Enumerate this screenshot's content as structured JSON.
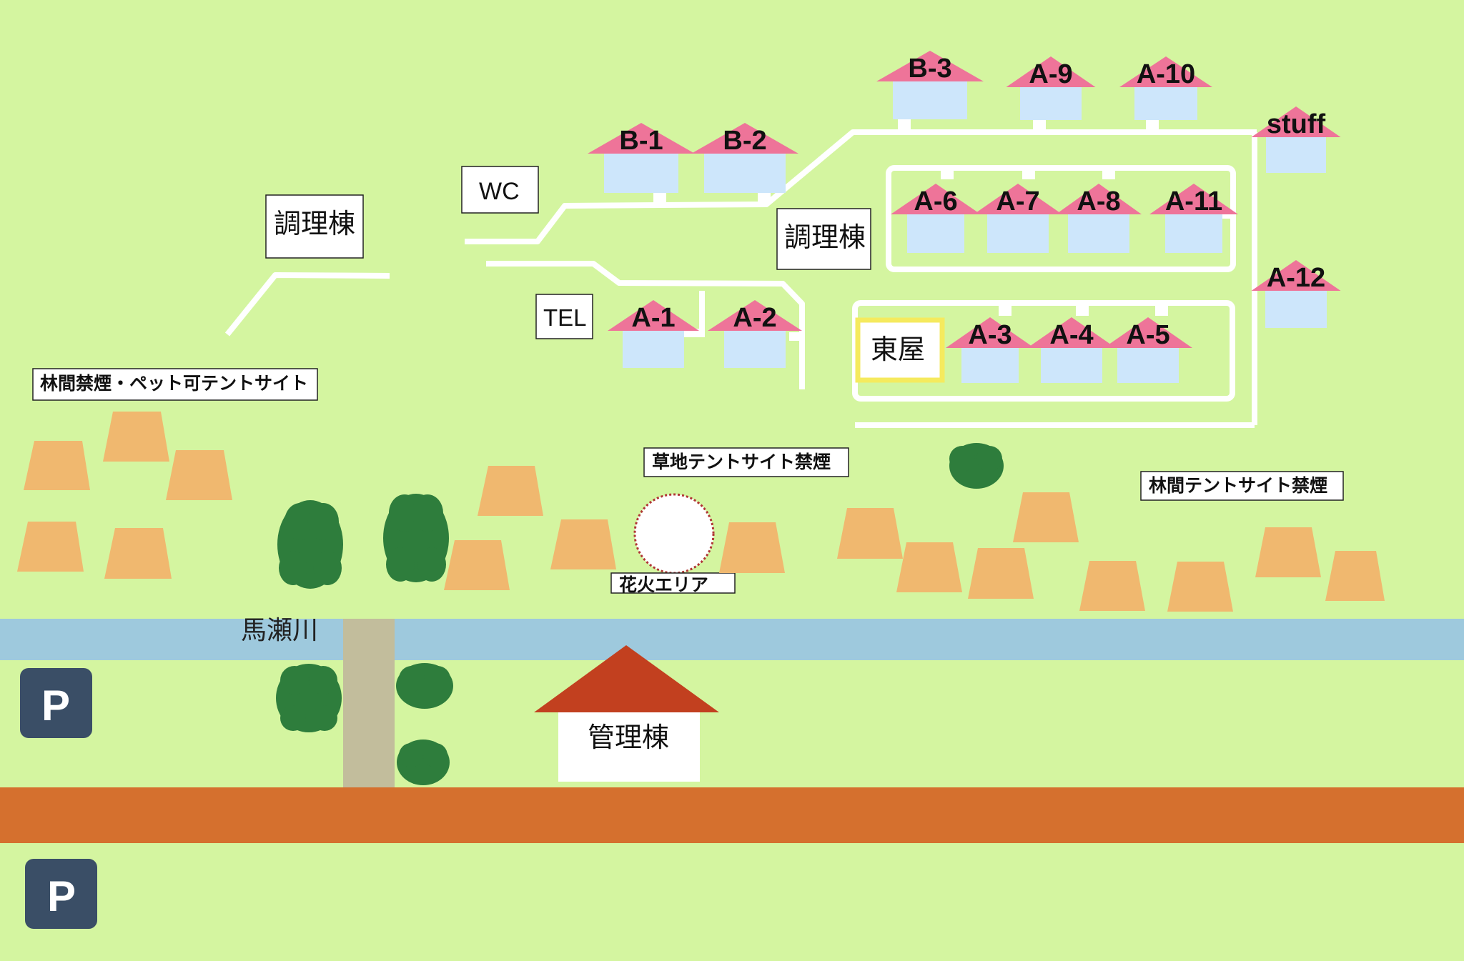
{
  "colors": {
    "ground": "#d4f5a0",
    "river": "#9ec9dd",
    "road": "#d5702e",
    "bridge": "#c2bd9c",
    "roof": "#ee7499",
    "cabin_wall": "#cde6fb",
    "tent": "#f0b86f",
    "tree": "#2e7d3c",
    "office_roof": "#c2401f",
    "parking": "#3a4e66",
    "path": "#ffffff"
  },
  "cabins": [
    {
      "id": "b1",
      "label": "B-1"
    },
    {
      "id": "b2",
      "label": "B-2"
    },
    {
      "id": "b3",
      "label": "B-3"
    },
    {
      "id": "a9",
      "label": "A-9"
    },
    {
      "id": "a10",
      "label": "A-10"
    },
    {
      "id": "stuff",
      "label": "stuff"
    },
    {
      "id": "a6",
      "label": "A-6"
    },
    {
      "id": "a7",
      "label": "A-7"
    },
    {
      "id": "a8",
      "label": "A-8"
    },
    {
      "id": "a11",
      "label": "A-11"
    },
    {
      "id": "a12",
      "label": "A-12"
    },
    {
      "id": "a1",
      "label": "A-1"
    },
    {
      "id": "a2",
      "label": "A-2"
    },
    {
      "id": "a3",
      "label": "A-3"
    },
    {
      "id": "a4",
      "label": "A-4"
    },
    {
      "id": "a5",
      "label": "A-5"
    }
  ],
  "facilities": {
    "kitchen_west": "調理棟",
    "kitchen_east": "調理棟",
    "wc": "WC",
    "tel": "TEL",
    "pavilion": "東屋",
    "office": "管理棟"
  },
  "areas": {
    "forest_pet": "林間禁煙・ペット可テントサイト",
    "grass_site": "草地テントサイト禁煙",
    "forest_site": "林間テントサイト禁煙",
    "fireworks": "花火エリア"
  },
  "river_name": "馬瀬川",
  "parking_symbol": "P"
}
